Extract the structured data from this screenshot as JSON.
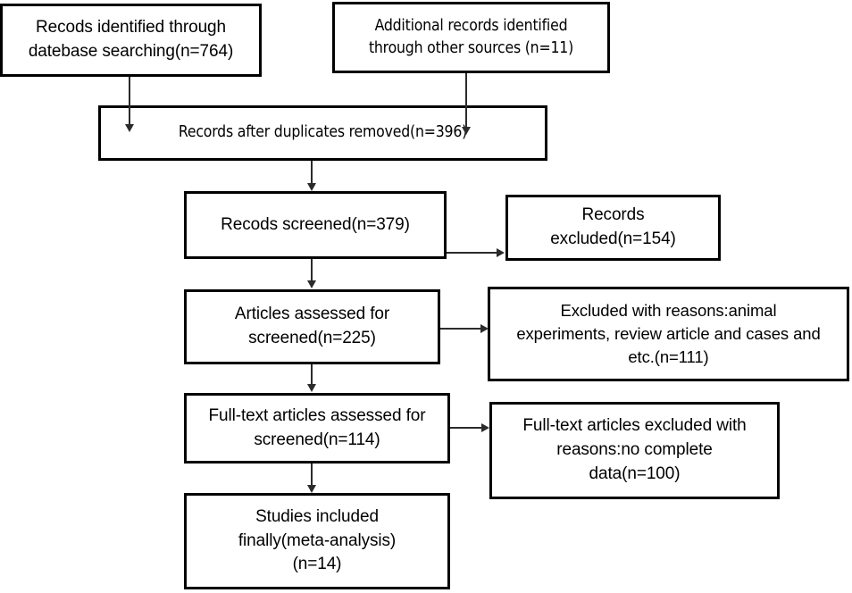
{
  "diagram": {
    "title": "PRISMA study selection flow diagram",
    "stroke_color": "#000000",
    "connector_color": "#2b2b2b",
    "background": "#ffffff",
    "nodes": {
      "db_search": {
        "lines": [
          "Recods identified through",
          "datebase searching(n=764)"
        ],
        "count": 764
      },
      "other_sources": {
        "lines": [
          "Additional records identified",
          "through other sources (n=11)"
        ],
        "count": 11
      },
      "duplicates_removed": {
        "lines": [
          "Records after duplicates removed(n=396)"
        ],
        "count": 396
      },
      "records_screened": {
        "lines": [
          "Recods screened(n=379)"
        ],
        "count": 379
      },
      "records_excluded": {
        "lines": [
          "Records",
          "excluded(n=154)"
        ],
        "count": 154
      },
      "articles_assessed": {
        "lines": [
          "Articles assessed for",
          "screened(n=225)"
        ],
        "count": 225
      },
      "excluded_with_reasons": {
        "lines": [
          "Excluded with reasons:animal",
          "experiments, review article and cases and",
          "etc.(n=111)"
        ],
        "count": 111
      },
      "fulltext_assessed": {
        "lines": [
          "Full-text articles assessed for",
          "screened(n=114)"
        ],
        "count": 114
      },
      "fulltext_excluded": {
        "lines": [
          "Full-text articles excluded with",
          "reasons:no complete",
          "data(n=100)"
        ],
        "count": 100
      },
      "studies_included": {
        "lines": [
          "Studies included",
          "finally(meta-analysis)",
          "(n=14)"
        ],
        "count": 14
      }
    }
  }
}
